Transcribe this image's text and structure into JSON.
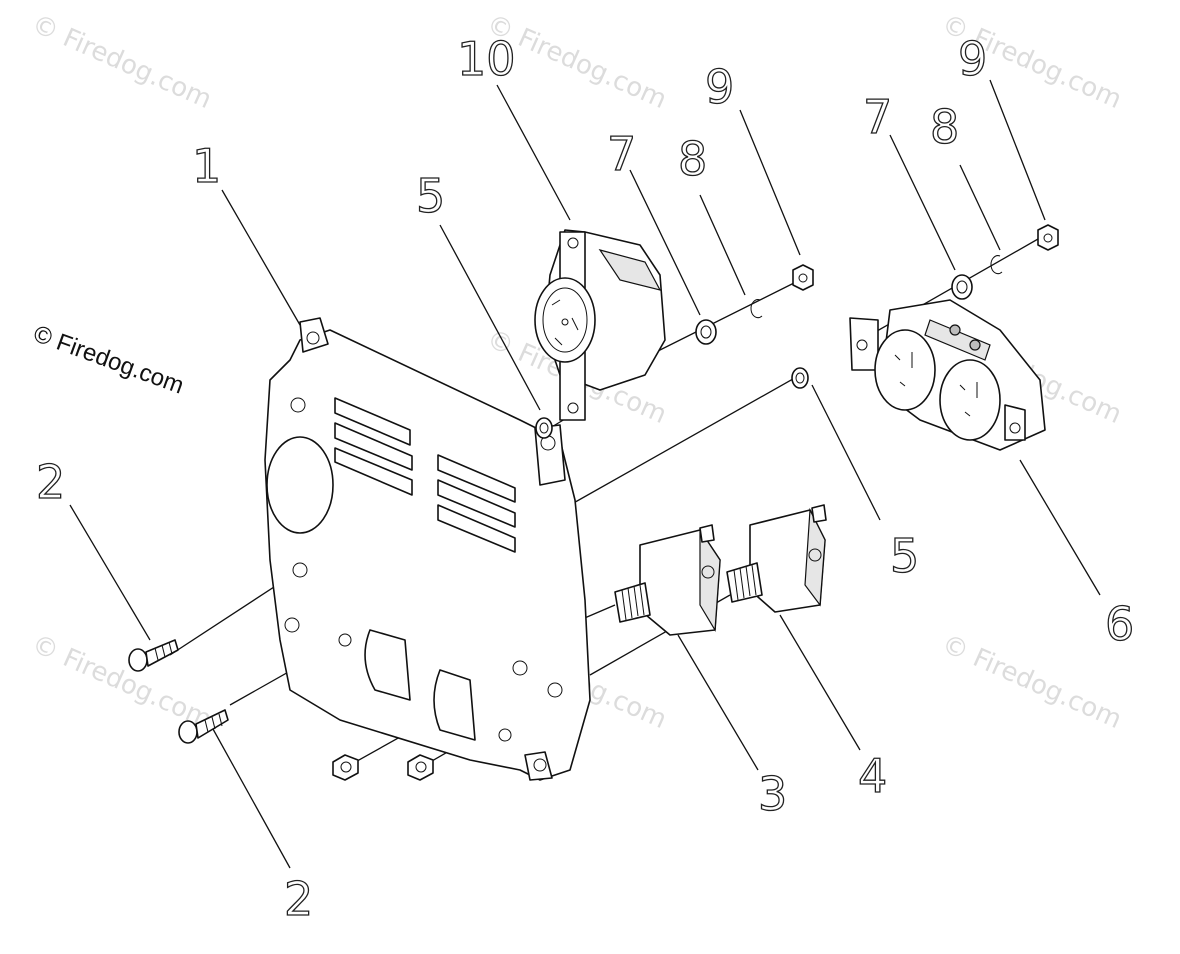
{
  "copyright": "© Firedog.com",
  "watermark": "© Firedog.com",
  "callouts": {
    "c1": "1",
    "c2a": "2",
    "c2b": "2",
    "c3": "3",
    "c4": "4",
    "c5a": "5",
    "c5b": "5",
    "c6": "6",
    "c7a": "7",
    "c7b": "7",
    "c8a": "8",
    "c8b": "8",
    "c9a": "9",
    "c9b": "9",
    "c10": "10"
  }
}
